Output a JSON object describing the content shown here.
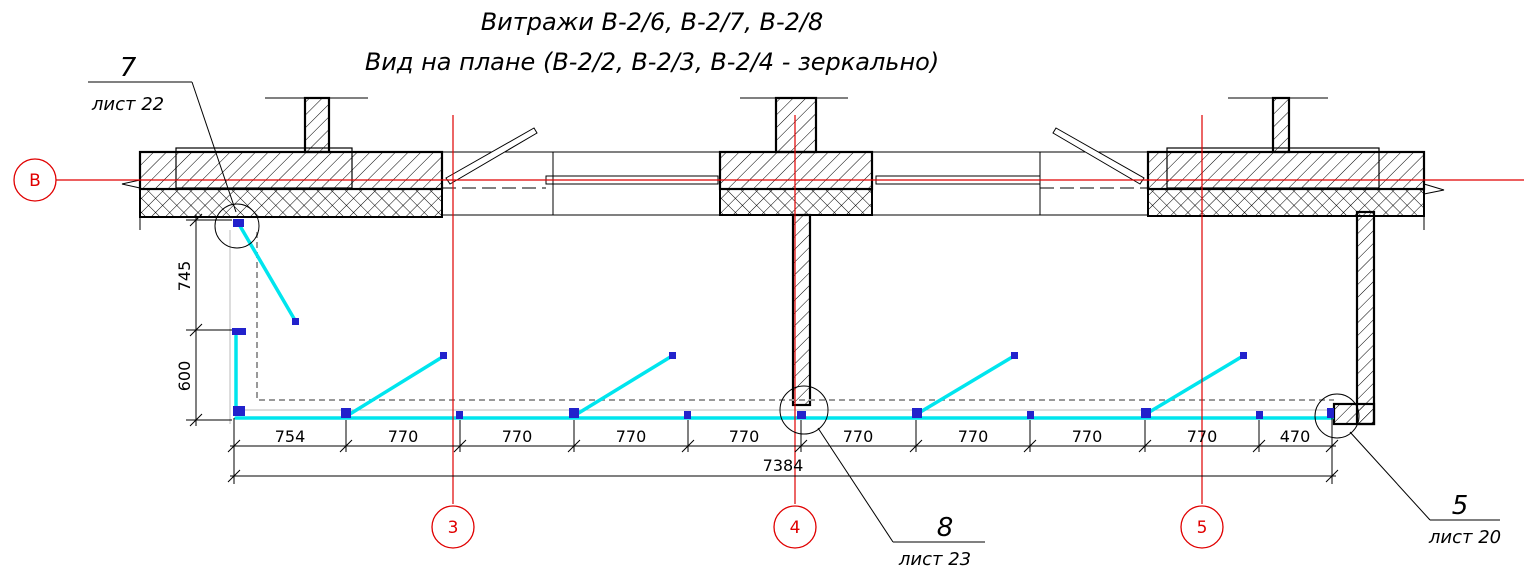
{
  "title": {
    "line1": "Витражи В-2/6, В-2/7, В-2/8",
    "line2": "Вид на плане (В-2/2, В-2/3, В-2/4 - зеркально)"
  },
  "grid_axes": {
    "row": "В",
    "columns": [
      "3",
      "4",
      "5"
    ]
  },
  "callouts": [
    {
      "number": "7",
      "sheet": "лист 22"
    },
    {
      "number": "8",
      "sheet": "лист 23"
    },
    {
      "number": "5",
      "sheet": "лист 20"
    }
  ],
  "dimensions": {
    "segments": [
      "754",
      "770",
      "770",
      "770",
      "770",
      "770",
      "770",
      "770",
      "770",
      "470"
    ],
    "total": "7384",
    "vertical": [
      "745",
      "600"
    ]
  },
  "colors": {
    "axis": "#e00000",
    "glazing": "#00e5ee",
    "nodes": "#2222cc",
    "lines": "#000000"
  }
}
